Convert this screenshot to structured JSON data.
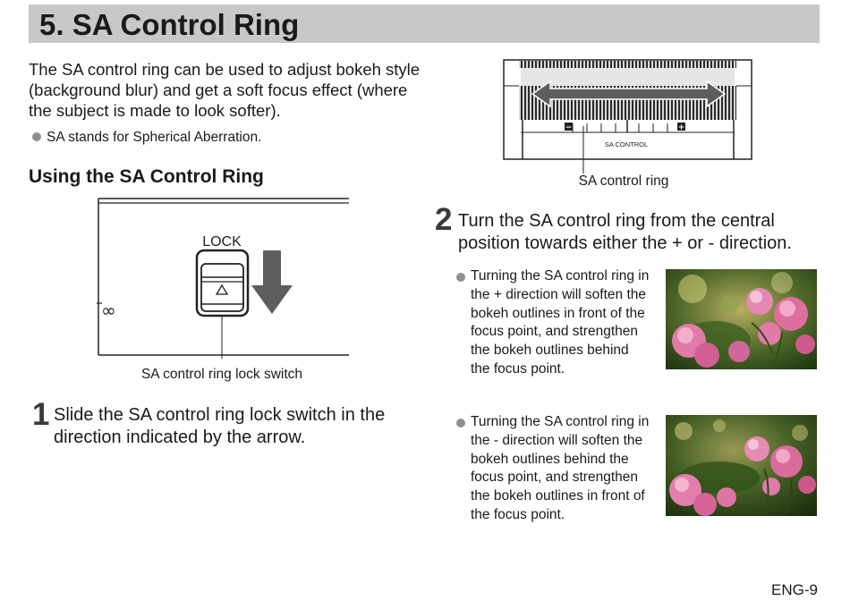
{
  "header": {
    "number": "5.",
    "title": "SA Control Ring"
  },
  "intro": {
    "text": "The SA control ring can be used to adjust bokeh style (background blur) and get a soft focus effect (where the subject is made to look softer).",
    "note": "SA stands for Spherical Aberration."
  },
  "subheading": "Using the SA Control Ring",
  "figures": {
    "lock_switch": {
      "label": "LOCK",
      "infinity_mark": "∞",
      "caption": "SA control ring lock switch"
    },
    "ring": {
      "minus": "−",
      "plus": "+",
      "scale_label": "SA CONTROL",
      "caption": "SA control ring"
    }
  },
  "steps": [
    {
      "number": "1",
      "text": "Slide the SA control ring lock switch in the direction indicated by the arrow."
    },
    {
      "number": "2",
      "text": "Turn the SA control ring from the central position towards either the + or - direction."
    }
  ],
  "effects": [
    {
      "text": "Turning the SA control ring in the + direction will soften the bokeh outlines in front of the focus point, and strengthen the bokeh outlines behind the focus point."
    },
    {
      "text": "Turning the SA control ring in the - direction will soften the bokeh outlines behind the focus point, and strengthen the bokeh outlines in front of the focus point."
    }
  ],
  "page_number": "ENG-9",
  "colors": {
    "header_bar": "#c8c8c8",
    "arrow_gray": "#5e5e5e",
    "bullet_dot": "#909090"
  }
}
